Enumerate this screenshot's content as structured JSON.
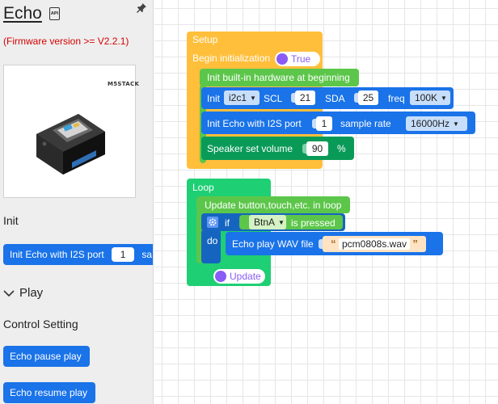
{
  "panel": {
    "title": "Echo",
    "firmware_note": "(Firmware version >= V2.2.1)",
    "brand": "M5STACK",
    "section_init": "Init",
    "init_block": {
      "label": "Init Echo with I2S port",
      "value": "1",
      "trailing": "sa"
    },
    "section_play": "Play",
    "subsection": "Control Setting",
    "pause_block": "Echo pause play",
    "resume_block": "Echo resume play"
  },
  "colors": {
    "setup": "#ffbf3b",
    "loop": "#1fcf74",
    "builtin": "#5cc64a",
    "blue": "#1a73e8",
    "speaker": "#0a9a58",
    "toggle_knob": "#8a5cf5",
    "string_bg": "#ffe3c2"
  },
  "workspace": {
    "setup": {
      "label": "Setup",
      "begin_label": "Begin initialization",
      "begin_toggle": "True",
      "builtin_label": "Init built-in hardware at beginning",
      "i2c": {
        "init": "Init",
        "port": "i2c1",
        "scl_label": "SCL",
        "scl": "21",
        "sda_label": "SDA",
        "sda": "25",
        "freq_label": "freq",
        "freq": "100K"
      },
      "echo_init": {
        "label": "Init Echo with I2S port",
        "port": "1",
        "rate_label": "sample rate",
        "rate": "16000Hz"
      },
      "volume": {
        "label": "Speaker set volume",
        "value": "90",
        "unit": "%"
      }
    },
    "loop": {
      "label": "Loop",
      "update_label": "Update button,touch,etc. in loop",
      "if_label": "if",
      "button": "BtnA",
      "pressed_label": "is pressed",
      "do_label": "do",
      "play_label": "Echo play WAV file",
      "file": "pcm0808s.wav",
      "update_toggle": "Update"
    }
  }
}
